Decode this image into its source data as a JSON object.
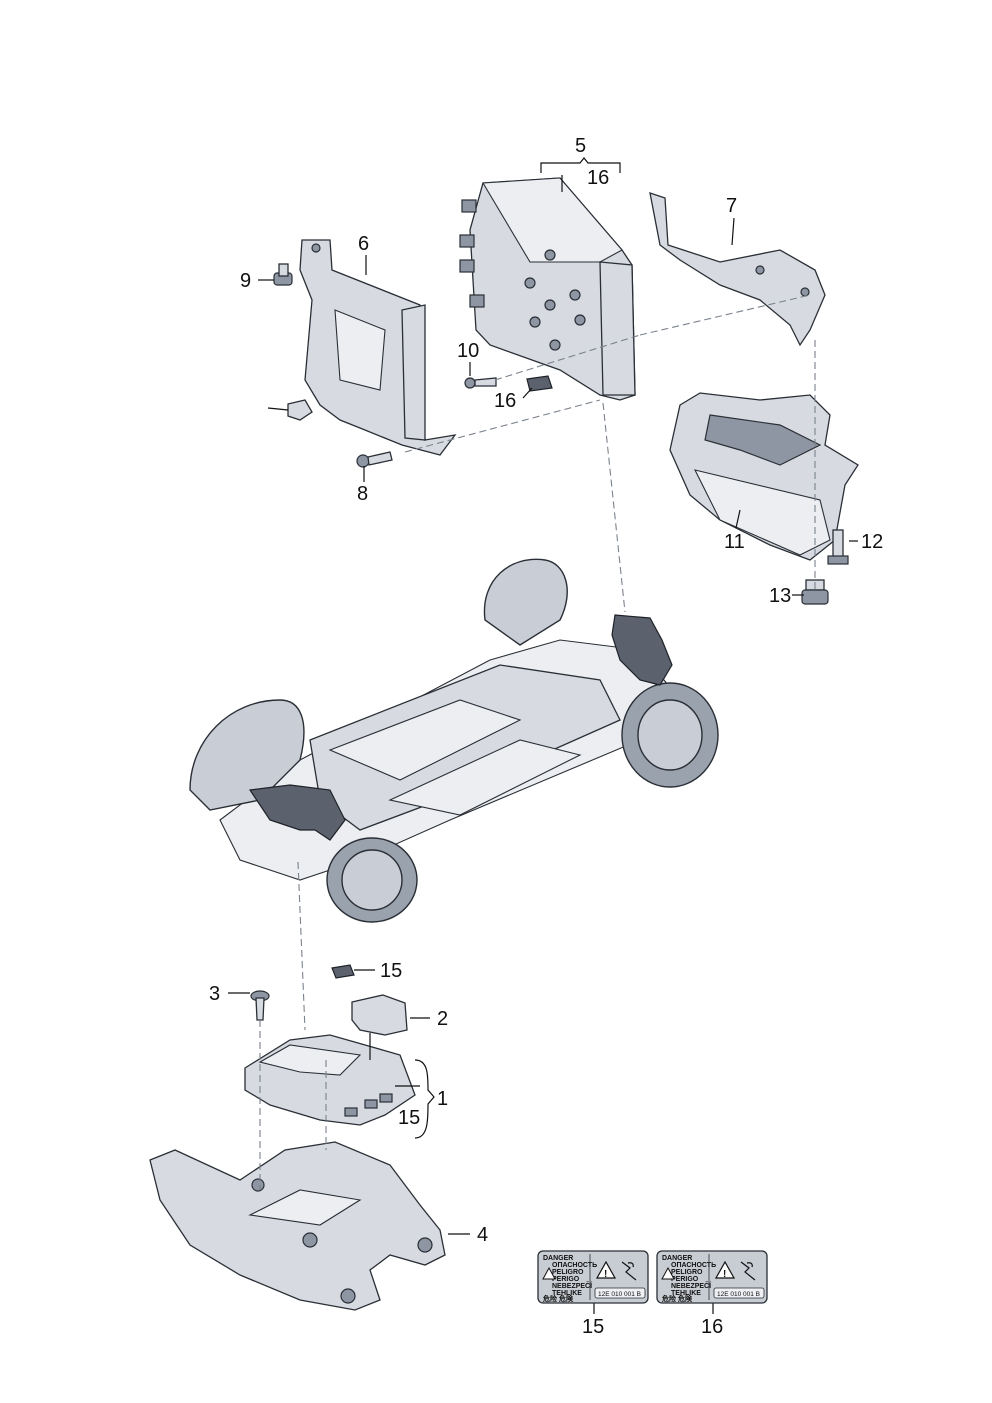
{
  "callouts": {
    "p1": "1",
    "p2": "2",
    "p3": "3",
    "p4": "4",
    "p5": "5",
    "p5_sub": "16",
    "p6": "6",
    "p7": "7",
    "p8": "8",
    "p9": "9",
    "p10": "10",
    "p11": "11",
    "p12": "12",
    "p13": "13",
    "p15_top": "15",
    "p15_bracket": "15",
    "p16_mid": "16",
    "p15_label": "15",
    "p16_label": "16"
  },
  "warning_labels": {
    "left": {
      "lines": [
        "DANGER",
        "ОПАСНОСТЬ",
        "PELIGRO",
        "PERIGO",
        "NEBEZPEČÍ",
        "TEHLIKE",
        "危险  危険"
      ],
      "code": "12E 010 001 B"
    },
    "right": {
      "lines": [
        "DANGER",
        "ОПАСНОСТЬ",
        "PELIGRO",
        "PERIGO",
        "NEBEZPEČÍ",
        "TEHLIKE",
        "危险  危険"
      ],
      "code": "12E 010 001 B"
    }
  },
  "colors": {
    "ink": "#111111",
    "part_fill": "#d7dbe1",
    "highlight": "#5b626d",
    "label_bg": "#c8ccd3"
  }
}
